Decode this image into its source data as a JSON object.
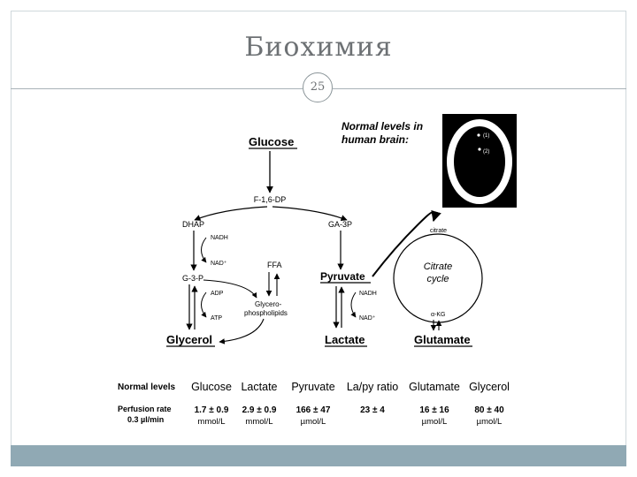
{
  "slide": {
    "title": "Биохимия",
    "page_number": "25"
  },
  "diagram": {
    "glucose": "Glucose",
    "f16dp": "F-1,6-DP",
    "dhap": "DHAP",
    "ga3p": "GA-3P",
    "nadh_1": "NADH",
    "nad_1": "NAD⁺",
    "g3p": "G-3-P",
    "ffa": "FFA",
    "adp": "ADP",
    "atp": "ATP",
    "glycero_line1": "Glycero-",
    "glycero_line2": "phospholipids",
    "glycerol": "Glycerol",
    "pyruvate": "Pyruvate",
    "nadh_2": "NADH",
    "nad_2": "NAD⁺",
    "lactate": "Lactate",
    "citrate": "citrate",
    "citrate_cycle_line1": "Citrate",
    "citrate_cycle_line2": "cycle",
    "akg": "α-KG",
    "glutamate": "Glutamate",
    "normal_levels_line1": "Normal levels in",
    "normal_levels_line2": "human brain:",
    "scan_label_1": "(1)",
    "scan_label_2": "(2)"
  },
  "table": {
    "row_header_1": "Normal levels",
    "row_header_2a": "Perfusion rate",
    "row_header_2b": "0.3 µl/min",
    "columns": [
      {
        "name": "Glucose",
        "value": "1.7 ± 0.9",
        "unit": "mmol/L"
      },
      {
        "name": "Lactate",
        "value": "2.9 ± 0.9",
        "unit": "mmol/L"
      },
      {
        "name": "Pyruvate",
        "value": "166 ± 47",
        "unit": "µmol/L"
      },
      {
        "name": "La/py ratio",
        "value": "23 ± 4",
        "unit": ""
      },
      {
        "name": "Glutamate",
        "value": "16 ± 16",
        "unit": "µmol/L"
      },
      {
        "name": "Glycerol",
        "value": "80 ± 40",
        "unit": "µmol/L"
      }
    ]
  }
}
